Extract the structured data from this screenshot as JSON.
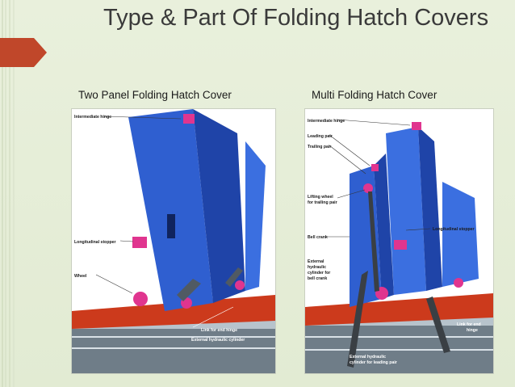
{
  "slide": {
    "title": "Type & Part Of Folding Hatch Covers",
    "left": {
      "caption": "Two Panel Folding Hatch Cover",
      "labels": {
        "intermediate_hinge": "Intermediate hinge",
        "longitudinal_stopper": "Longitudinal stopper",
        "wheel": "Wheel",
        "link_end_hinge": "Link for end hinge",
        "ext_hydraulic": "External hydraulic cylinder"
      }
    },
    "right": {
      "caption": "Multi Folding Hatch Cover",
      "labels": {
        "intermediate_hinge": "Intermediate hinge",
        "leading_pair": "Leading pair",
        "trailing_pair": "Trailing pair",
        "lifting_wheel_1": "Lifting wheel",
        "lifting_wheel_2": "for trailing pair",
        "bell_crank": "Bell crank",
        "longitudinal_stopper": "Longitudinal stopper",
        "ext_1": "External",
        "ext_2": "hydraulic",
        "ext_3": "cylinder for",
        "ext_4": "bell crank",
        "link_1": "Link for end",
        "link_2": "hinge",
        "ext_lead_1": "External hydraulic",
        "ext_lead_2": "cylinder for leading pair"
      }
    }
  },
  "colors": {
    "background": "#e4ecd6",
    "accent_arrow": "#c0472a",
    "panel_blue": "#2f5fd0",
    "deck_red": "#cc3a1c",
    "hinge_pink": "#e0358f"
  },
  "icons": {
    "bullet": "arrow-pentagon-icon"
  }
}
